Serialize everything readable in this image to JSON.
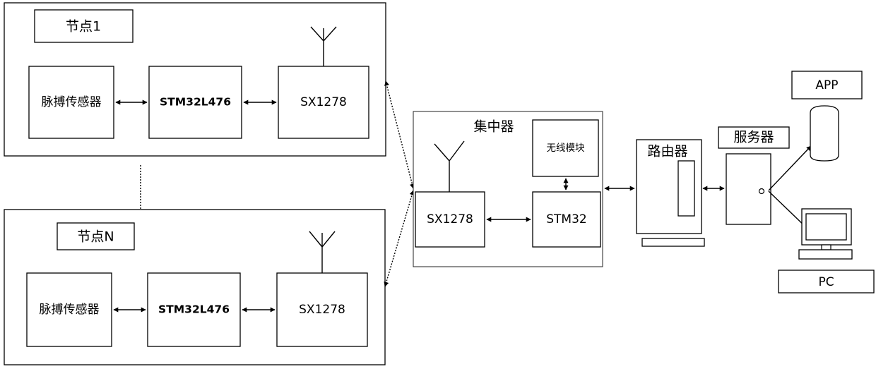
{
  "node1": {
    "title": "节点1",
    "sensor": "脉搏传感器",
    "mcu": "STM32L476",
    "radio": "SX1278"
  },
  "nodeN": {
    "title": "节点N",
    "sensor": "脉搏传感器",
    "mcu": "STM32L476",
    "radio": "SX1278"
  },
  "concentrator": {
    "title": "集中器",
    "radio": "SX1278",
    "mcu": "STM32",
    "wireless_module": "无线模块"
  },
  "router": {
    "label": "路由器"
  },
  "server": {
    "label": "服务器"
  },
  "app": {
    "label": "APP"
  },
  "pc": {
    "label": "PC"
  }
}
